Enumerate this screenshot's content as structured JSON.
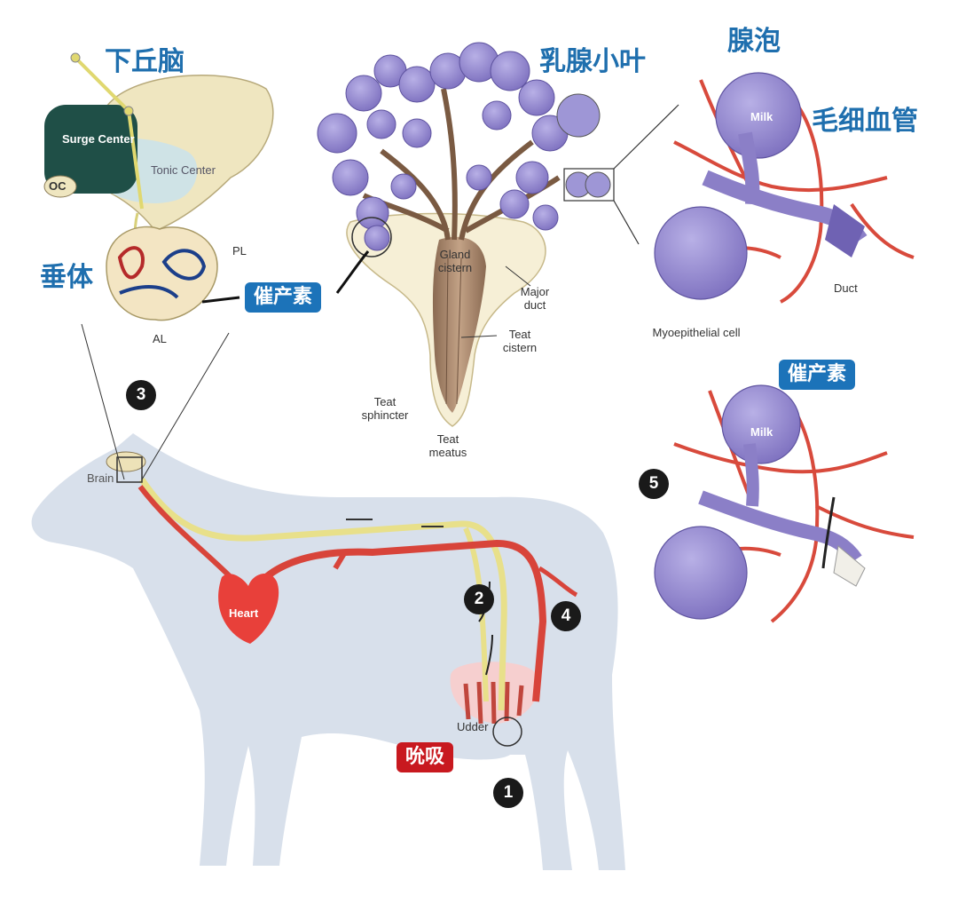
{
  "labels": {
    "hypothalamus": "下丘脑",
    "pituitary": "垂体",
    "lobule": "乳腺小叶",
    "alveolus": "腺泡",
    "capillary": "毛细血管",
    "oxytocin_1": "催产素",
    "oxytocin_2": "催产素",
    "suckling": "吮吸"
  },
  "brain_diagram": {
    "surge_center": "Surge Center",
    "tonic_center": "Tonic Center",
    "oc": "OC",
    "pl": "PL",
    "al": "AL"
  },
  "gland_diagram": {
    "gland_cistern": "Gland cistern",
    "major_duct": "Major duct",
    "teat_cistern": "Teat cistern",
    "teat_sphincter": "Teat sphincter",
    "teat_meatus": "Teat meatus"
  },
  "alveolus_diagram": {
    "milk_top": "Milk",
    "milk_bottom": "Milk",
    "duct": "Duct",
    "myoepithelial": "Myoepithelial cell"
  },
  "cow_diagram": {
    "brain": "Brain",
    "heart": "Heart",
    "udder": "Udder"
  },
  "steps": [
    "1",
    "2",
    "3",
    "4",
    "5"
  ],
  "colors": {
    "label_blue": "#1f6fae",
    "badge_blue": "#1c73b9",
    "badge_red": "#c8191f",
    "nerve_yellow": "#e8e08a",
    "artery_red": "#d8443a",
    "lobule_purple": "#8f84c9",
    "cow_body": "#d6deea"
  }
}
